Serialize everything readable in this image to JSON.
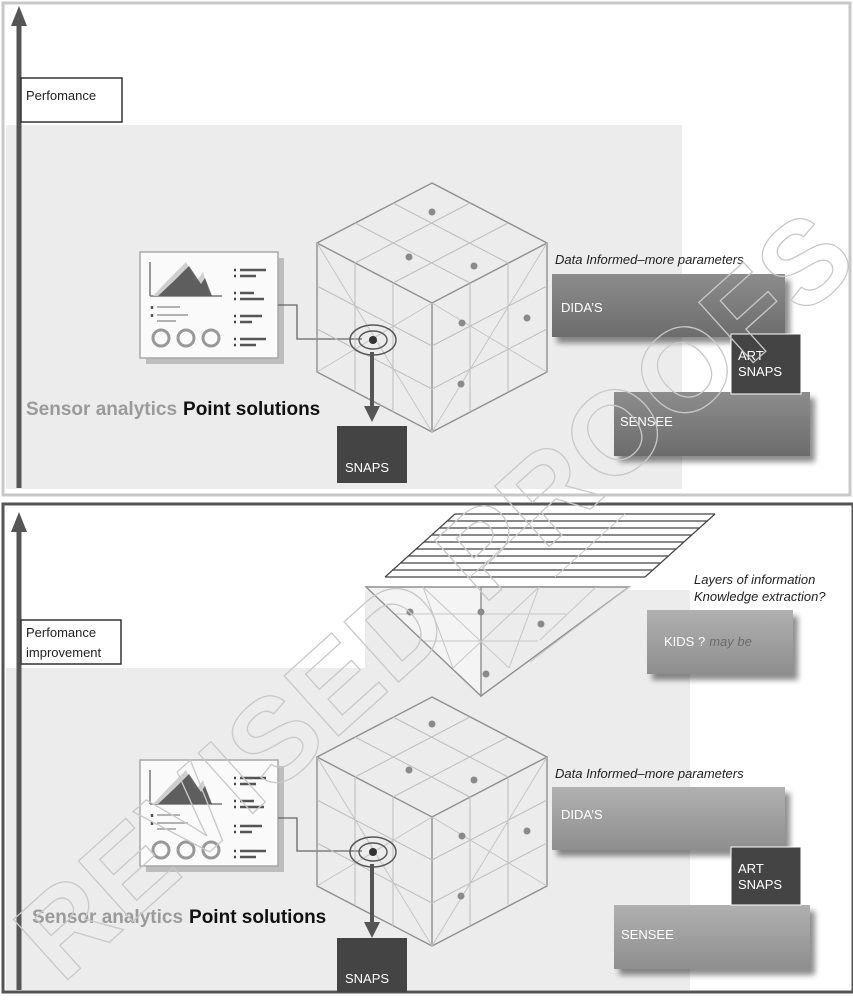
{
  "panel_top": {
    "axis_label": "Perfomance",
    "caption_gray": "Sensor analytics",
    "caption_bold": "Point solutions",
    "data_informed_label": "Data Informed–more parameters",
    "box_didas": "DIDA’S",
    "box_art_line1": "ART",
    "box_art_line2": "SNAPS",
    "box_sensee": "SENSEE",
    "box_snaps": "SNAPS"
  },
  "panel_bottom": {
    "axis_label_line1": "Perfomance",
    "axis_label_line2": "improvement",
    "caption_gray": "Sensor analytics",
    "caption_bold": "Point solutions",
    "data_informed_label": "Data Informed–more parameters",
    "box_didas": "DIDA’S",
    "box_art_line1": "ART",
    "box_art_line2": "SNAPS",
    "box_sensee": "SENSEE",
    "box_snaps": "SNAPS",
    "layers_line1": "Layers of information",
    "layers_line2": "Knowledge extraction?",
    "kids_text": "KIDS ?",
    "kids_maybe": "may be"
  },
  "watermark": "REVISED PROOFS",
  "colors": {
    "panel_bg": "#ececec",
    "dark_box": "#444444",
    "mid_box": "#7a7a7a",
    "light_box": "#9b9b9b",
    "caption_gray": "#9a9a9a",
    "line": "#8f8f8f",
    "dot": "#8a8a8a"
  },
  "icons": [
    "dashboard-report-icon",
    "target-icon",
    "axis-arrow-icon",
    "down-arrow-icon"
  ]
}
